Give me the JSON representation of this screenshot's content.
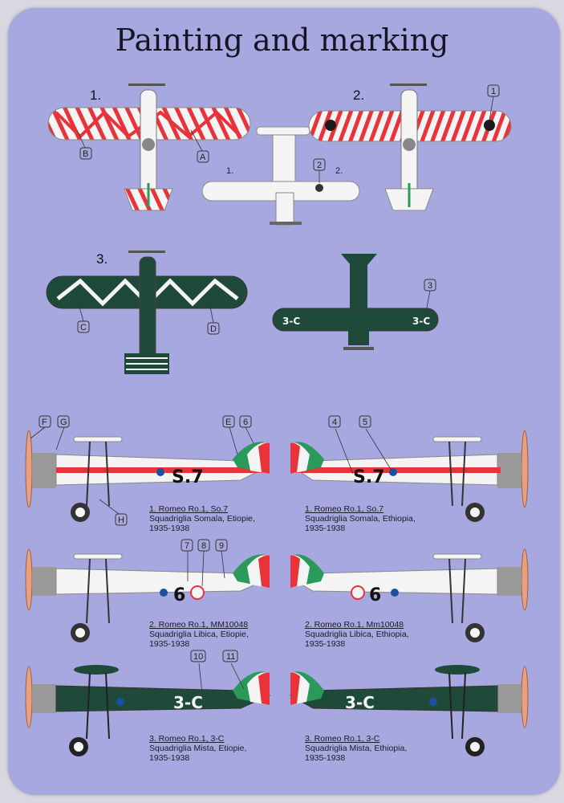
{
  "title": "Painting and marking",
  "top_view_numbers": {
    "scheme1": "1.",
    "scheme2": "2.",
    "scheme3": "3.",
    "under1": "1.",
    "under2": "2."
  },
  "callouts": {
    "A": "A",
    "B": "B",
    "C": "C",
    "D": "D",
    "E": "E",
    "F": "F",
    "G": "G",
    "H": "H",
    "n1": "1",
    "n2": "2",
    "n3": "3",
    "n4": "4",
    "n5": "5",
    "n6": "6",
    "n7": "7",
    "n8": "8",
    "n9": "9",
    "n10": "10",
    "n11": "11"
  },
  "fuselage_codes": {
    "so7_left": "S.7",
    "so7_right": "S.7",
    "six_left": "6",
    "six_right": "6",
    "c3_left": "3-C",
    "c3_right": "3-C",
    "under3_a": "3-C",
    "under3_b": "3-C"
  },
  "captions": [
    {
      "l1": "1. Romeo Ro.1, So.7",
      "l2": "Squadriglia Somala, Etiopie,",
      "l3": "1935-1938"
    },
    {
      "l1": "1. Romeo Ro.1, So.7",
      "l2": "Squadriglia Somala, Ethiopia,",
      "l3": "1935-1938"
    },
    {
      "l1": "2. Romeo Ro.1, MM10048",
      "l2": "Squadriglia Libica, Etiopie,",
      "l3": "1935-1938"
    },
    {
      "l1": "2. Romeo Ro.1, Mm10048",
      "l2": "Squadriglia Libica, Ethiopia,",
      "l3": "1935-1938"
    },
    {
      "l1": "3. Romeo Ro.1, 3-C",
      "l2": "Squadriglia Mista, Etiopie,",
      "l3": "1935-1938"
    },
    {
      "l1": "3. Romeo Ro.1, 3-C",
      "l2": "Squadriglia Mista, Ethiopia,",
      "l3": "1935-1938"
    }
  ],
  "colors": {
    "background": "#a8a8e0",
    "red": "#e8333a",
    "dark_green": "#1f4a3a",
    "italian_green": "#2a9a5a",
    "white": "#f4f4f4"
  }
}
